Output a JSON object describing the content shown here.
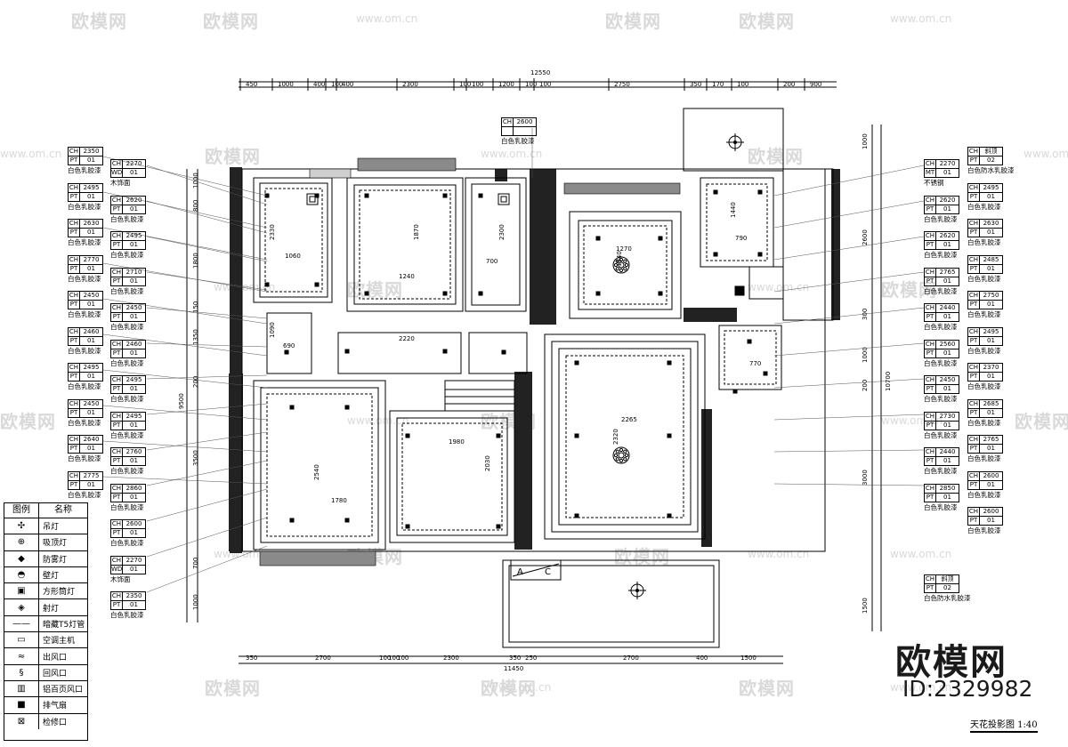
{
  "watermarks": {
    "brand": "欧模网",
    "url": "www.om.cn"
  },
  "top_dims": {
    "overall": "12550",
    "segments": [
      "450",
      "1000",
      "400",
      "100",
      "400",
      "2300",
      "100",
      "100",
      "1200",
      "100",
      "100",
      "2750",
      "350",
      "170",
      "100",
      "200",
      "900"
    ]
  },
  "bottom_dims": {
    "overall": "11450",
    "segments": [
      "350",
      "2700",
      "100",
      "100",
      "100",
      "2300",
      "350",
      "250",
      "2700",
      "400",
      "1500"
    ]
  },
  "left_dims": {
    "overall": "9500",
    "segments": [
      "1000",
      "800",
      "1800",
      "150",
      "1350",
      "200",
      "3500",
      "700",
      "1000"
    ]
  },
  "right_dims": {
    "overall": "10700",
    "segments": [
      "1000",
      "2600",
      "300",
      "1000",
      "200",
      "3000",
      "1500"
    ]
  },
  "room_labels": [
    "1060",
    "2330",
    "1240",
    "1870",
    "700",
    "2300",
    "1270",
    "1540",
    "790",
    "1440",
    "2220",
    "690",
    "770",
    "1780",
    "2540",
    "1980",
    "2030",
    "2265",
    "2320",
    "1090"
  ],
  "top_tag": {
    "code1": "CH",
    "val1": "2600",
    "code2": "",
    "val2": "",
    "label": "白色乳胶漆"
  },
  "left_tags_outer": [
    {
      "c1": "CH",
      "v1": "2350",
      "c2": "PT",
      "v2": "01",
      "label": "白色乳胶漆"
    },
    {
      "c1": "CH",
      "v1": "2495",
      "c2": "PT",
      "v2": "01",
      "label": "白色乳胶漆"
    },
    {
      "c1": "CH",
      "v1": "2630",
      "c2": "PT",
      "v2": "01",
      "label": "白色乳胶漆"
    },
    {
      "c1": "CH",
      "v1": "2770",
      "c2": "PT",
      "v2": "01",
      "label": "白色乳胶漆"
    },
    {
      "c1": "CH",
      "v1": "2450",
      "c2": "PT",
      "v2": "01",
      "label": "白色乳胶漆"
    },
    {
      "c1": "CH",
      "v1": "2460",
      "c2": "PT",
      "v2": "01",
      "label": "白色乳胶漆"
    },
    {
      "c1": "CH",
      "v1": "2495",
      "c2": "PT",
      "v2": "01",
      "label": "白色乳胶漆"
    },
    {
      "c1": "CH",
      "v1": "2450",
      "c2": "PT",
      "v2": "01",
      "label": "白色乳胶漆"
    },
    {
      "c1": "CH",
      "v1": "2640",
      "c2": "PT",
      "v2": "01",
      "label": "白色乳胶漆"
    },
    {
      "c1": "CH",
      "v1": "2775",
      "c2": "PT",
      "v2": "01",
      "label": "白色乳胶漆"
    }
  ],
  "left_tags_inner": [
    {
      "c1": "CH",
      "v1": "2270",
      "c2": "WD",
      "v2": "01",
      "label": "木饰面"
    },
    {
      "c1": "CH",
      "v1": "2620",
      "c2": "PT",
      "v2": "01",
      "label": "白色乳胶漆"
    },
    {
      "c1": "CH",
      "v1": "2495",
      "c2": "PT",
      "v2": "01",
      "label": "白色乳胶漆"
    },
    {
      "c1": "CH",
      "v1": "2710",
      "c2": "PT",
      "v2": "01",
      "label": "白色乳胶漆"
    },
    {
      "c1": "CH",
      "v1": "2450",
      "c2": "PT",
      "v2": "01",
      "label": "白色乳胶漆"
    },
    {
      "c1": "CH",
      "v1": "2460",
      "c2": "PT",
      "v2": "01",
      "label": "白色乳胶漆"
    },
    {
      "c1": "CH",
      "v1": "2495",
      "c2": "PT",
      "v2": "01",
      "label": "白色乳胶漆"
    },
    {
      "c1": "CH",
      "v1": "2495",
      "c2": "PT",
      "v2": "01",
      "label": "白色乳胶漆"
    },
    {
      "c1": "CH",
      "v1": "2760",
      "c2": "PT",
      "v2": "01",
      "label": "白色乳胶漆"
    },
    {
      "c1": "CH",
      "v1": "2860",
      "c2": "PT",
      "v2": "01",
      "label": "白色乳胶漆"
    },
    {
      "c1": "CH",
      "v1": "2600",
      "c2": "PT",
      "v2": "01",
      "label": "白色乳胶漆"
    },
    {
      "c1": "CH",
      "v1": "2270",
      "c2": "WD",
      "v2": "01",
      "label": "木饰面"
    },
    {
      "c1": "CH",
      "v1": "2350",
      "c2": "PT",
      "v2": "01",
      "label": "白色乳胶漆"
    }
  ],
  "right_tags_inner": [
    {
      "c1": "CH",
      "v1": "2270",
      "c2": "MT",
      "v2": "01",
      "label": "不锈钢"
    },
    {
      "c1": "CH",
      "v1": "2620",
      "c2": "PT",
      "v2": "01",
      "label": "白色乳胶漆"
    },
    {
      "c1": "CH",
      "v1": "2620",
      "c2": "PT",
      "v2": "01",
      "label": "白色乳胶漆"
    },
    {
      "c1": "CH",
      "v1": "2765",
      "c2": "PT",
      "v2": "01",
      "label": "白色乳胶漆"
    },
    {
      "c1": "CH",
      "v1": "2440",
      "c2": "PT",
      "v2": "01",
      "label": "白色乳胶漆"
    },
    {
      "c1": "CH",
      "v1": "2560",
      "c2": "PT",
      "v2": "01",
      "label": "白色乳胶漆"
    },
    {
      "c1": "CH",
      "v1": "2450",
      "c2": "PT",
      "v2": "01",
      "label": "白色乳胶漆"
    },
    {
      "c1": "CH",
      "v1": "2730",
      "c2": "PT",
      "v2": "01",
      "label": "白色乳胶漆"
    },
    {
      "c1": "CH",
      "v1": "2440",
      "c2": "PT",
      "v2": "01",
      "label": "白色乳胶漆"
    },
    {
      "c1": "CH",
      "v1": "2850",
      "c2": "PT",
      "v2": "01",
      "label": "白色乳胶漆"
    }
  ],
  "right_tags_outer": [
    {
      "c1": "CH",
      "v1": "斜顶",
      "c2": "PT",
      "v2": "02",
      "label": "白色防水乳胶漆"
    },
    {
      "c1": "CH",
      "v1": "2495",
      "c2": "PT",
      "v2": "01",
      "label": "白色乳胶漆"
    },
    {
      "c1": "CH",
      "v1": "2630",
      "c2": "PT",
      "v2": "01",
      "label": "白色乳胶漆"
    },
    {
      "c1": "CH",
      "v1": "2485",
      "c2": "PT",
      "v2": "01",
      "label": "白色乳胶漆"
    },
    {
      "c1": "CH",
      "v1": "2750",
      "c2": "PT",
      "v2": "01",
      "label": "白色乳胶漆"
    },
    {
      "c1": "CH",
      "v1": "2495",
      "c2": "PT",
      "v2": "01",
      "label": "白色乳胶漆"
    },
    {
      "c1": "CH",
      "v1": "2370",
      "c2": "PT",
      "v2": "01",
      "label": "白色乳胶漆"
    },
    {
      "c1": "CH",
      "v1": "2685",
      "c2": "PT",
      "v2": "01",
      "label": "白色乳胶漆"
    },
    {
      "c1": "CH",
      "v1": "2765",
      "c2": "PT",
      "v2": "01",
      "label": "白色乳胶漆"
    },
    {
      "c1": "CH",
      "v1": "2600",
      "c2": "PT",
      "v2": "01",
      "label": "白色乳胶漆"
    },
    {
      "c1": "CH",
      "v1": "2600",
      "c2": "PT",
      "v2": "01",
      "label": "白色乳胶漆"
    }
  ],
  "right_bottom_tag": {
    "c1": "CH",
    "v1": "斜顶",
    "c2": "PT",
    "v2": "02",
    "label": "白色防水乳胶漆"
  },
  "legend": {
    "header_symbol": "图例",
    "header_name": "名称",
    "items": [
      {
        "symbol": "✣",
        "name": "吊灯"
      },
      {
        "symbol": "⊕",
        "name": "吸顶灯"
      },
      {
        "symbol": "◆",
        "name": "防雾灯"
      },
      {
        "symbol": "◓",
        "name": "壁灯"
      },
      {
        "symbol": "▣",
        "name": "方形筒灯"
      },
      {
        "symbol": "◈",
        "name": "射灯"
      },
      {
        "symbol": "——",
        "name": "暗藏T5灯管"
      },
      {
        "symbol": "▭",
        "name": "空调主机"
      },
      {
        "symbol": "≈",
        "name": "出风口"
      },
      {
        "symbol": "§",
        "name": "回风口"
      },
      {
        "symbol": "▥",
        "name": "铝百页风口"
      },
      {
        "symbol": "■",
        "name": "排气扇"
      },
      {
        "symbol": "⊠",
        "name": "检修口"
      }
    ]
  },
  "branding": {
    "logo_text": "欧模网",
    "id_text": "ID:2329982"
  },
  "drawing_title": "天花投影图 1:40",
  "door_label_a": "A",
  "door_label_c": "C"
}
